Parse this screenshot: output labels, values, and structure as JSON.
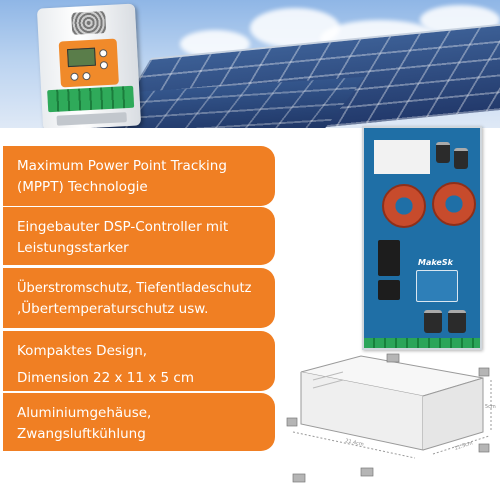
{
  "features": [
    {
      "lines": [
        "Maximum Power Point Tracking",
        "(MPPT) Technologie"
      ]
    },
    {
      "lines": [
        "Eingebauter DSP-Controller mit",
        "Leistungsstarker"
      ]
    },
    {
      "lines": [
        "Überstromschutz, Tiefentladeschutz",
        ",Übertemperaturschutz usw."
      ]
    },
    {
      "lines": [
        "Kompaktes Design,",
        "Dimension 22  x 11 x 5 cm"
      ]
    },
    {
      "lines": [
        "Aluminiumgehäuse,",
        "Zwangsluftkühlung"
      ]
    }
  ],
  "pcb": {
    "brand_label": "MakeSk"
  },
  "enclosure": {
    "dim_length": "21.4cm",
    "dim_width": "11.5cm",
    "dim_height": "5cm"
  },
  "colors": {
    "accent": "#f07f23",
    "pcb": "#1f6fa6"
  }
}
